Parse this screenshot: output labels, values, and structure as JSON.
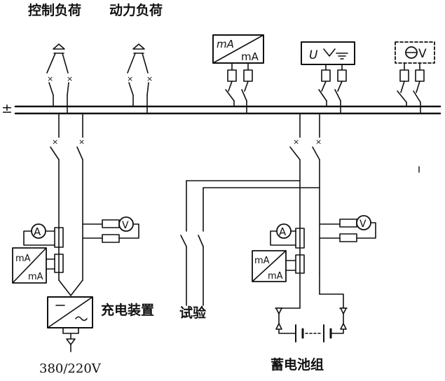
{
  "labels": {
    "control_load": "控制负荷",
    "power_load": "动力负荷",
    "bus_symbol": "±",
    "charger": "充电装置",
    "test": "试验",
    "battery": "蓄电池组",
    "ac_supply": "380/220V"
  },
  "meter_text": {
    "ammeter": "A",
    "voltmeter": "V",
    "transducer_top": "mA",
    "transducer_bottom": "mA",
    "insulation_monitor": "U"
  },
  "colors": {
    "line": "#111111",
    "background": "#ffffff"
  }
}
